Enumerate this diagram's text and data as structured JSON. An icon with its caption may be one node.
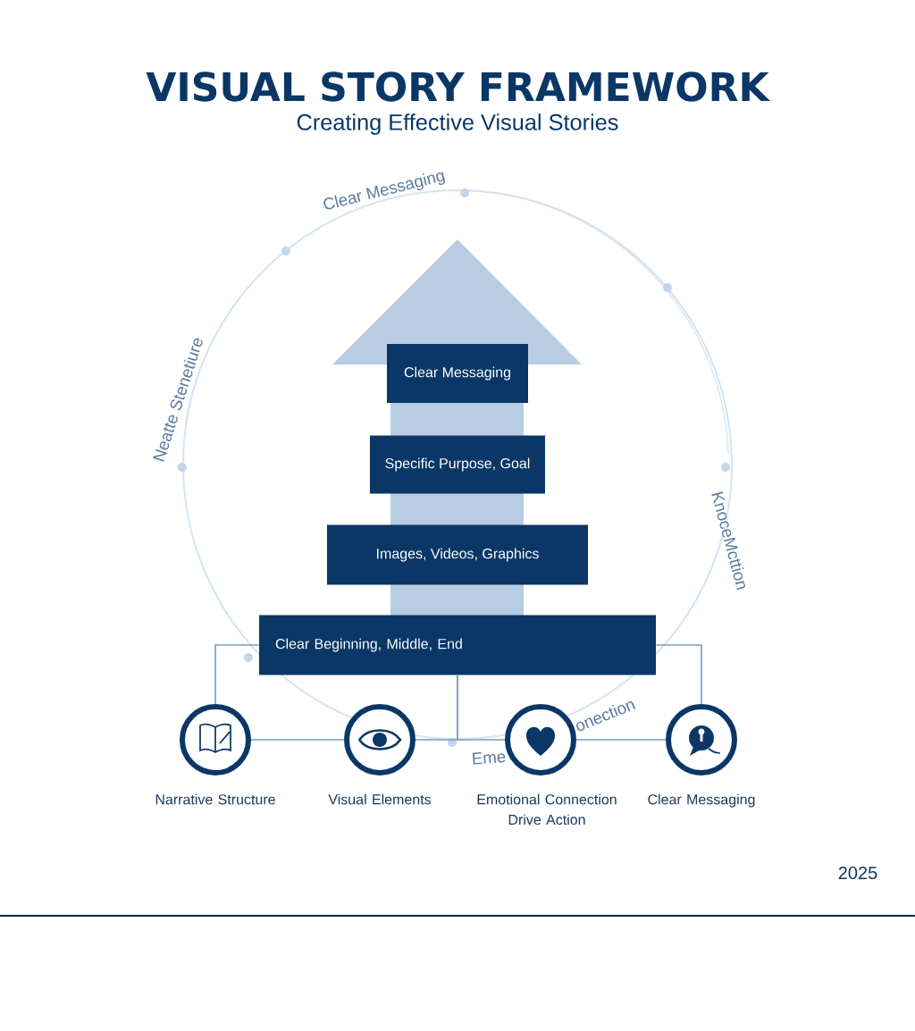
{
  "diagram": {
    "title": "VISUAL STORY FRAMEWORK",
    "nodes": [
      {
        "text": [
          "Clear Messaging"
        ]
      },
      {
        "text": [
          "Specific Purpose, Goal"
        ]
      },
      {
        "text": [
          "Images, Videos, Graphics"
        ]
      },
      {
        "text": [
          "Clear Beginning, Middle, End"
        ]
      },
      {
        "text": [],
        "shape": "circle",
        "beside": [
          "Narrative Structure"
        ]
      },
      {
        "text": [],
        "shape": "circle",
        "beside": [
          "Visual Elements"
        ]
      },
      {
        "text": [],
        "shape": "circle",
        "beside": [
          "Emotional Connection Drive Action"
        ]
      },
      {
        "text": [],
        "shape": "circle",
        "beside": [
          "Clear Messaging"
        ]
      }
    ],
    "edges": [
      {
        "from": 3,
        "to": 4,
        "arrow": "none"
      },
      {
        "from": 4,
        "to": 5,
        "arrow": "none"
      },
      {
        "from": 3,
        "to": 5,
        "arrow": "none"
      },
      {
        "from": 3,
        "to": 6,
        "arrow": "none"
      },
      {
        "from": 6,
        "to": 7,
        "arrow": "none"
      },
      {
        "from": 3,
        "to": 7,
        "arrow": "none"
      }
    ],
    "labels": [
      "Creating Effective Visual Stories",
      "Clear Messaging",
      "Neatte Stenetiure",
      "KnoceMcttion",
      "onection",
      "Eme",
      "2025"
    ]
  }
}
